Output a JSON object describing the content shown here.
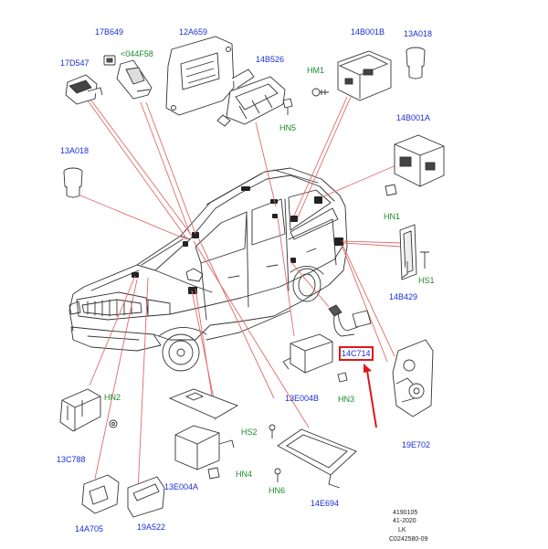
{
  "diagram": {
    "parts": [
      {
        "key": "p17b649",
        "code": "17B649"
      },
      {
        "key": "p044f58",
        "code": "<044F58"
      },
      {
        "key": "p12a659",
        "code": "12A659"
      },
      {
        "key": "p14b001b",
        "code": "14B001B"
      },
      {
        "key": "p13a018a",
        "code": "13A018"
      },
      {
        "key": "p17d547",
        "code": "17D547"
      },
      {
        "key": "p14b526",
        "code": "14B526"
      },
      {
        "key": "phm1",
        "code": "HM1"
      },
      {
        "key": "phn5",
        "code": "HN5"
      },
      {
        "key": "p14b001a",
        "code": "14B001A"
      },
      {
        "key": "p13a018b",
        "code": "13A018"
      },
      {
        "key": "phn1",
        "code": "HN1"
      },
      {
        "key": "phs1",
        "code": "HS1"
      },
      {
        "key": "p14b429",
        "code": "14B429"
      },
      {
        "key": "p14c714",
        "code": "14C714"
      },
      {
        "key": "p13e004b",
        "code": "13E004B"
      },
      {
        "key": "phn3",
        "code": "HN3"
      },
      {
        "key": "phn2",
        "code": "HN2"
      },
      {
        "key": "p19e702",
        "code": "19E702"
      },
      {
        "key": "p13c788",
        "code": "13C788"
      },
      {
        "key": "phs2",
        "code": "HS2"
      },
      {
        "key": "p13e004a",
        "code": "13E004A"
      },
      {
        "key": "phn4",
        "code": "HN4"
      },
      {
        "key": "phn6",
        "code": "HN6"
      },
      {
        "key": "p14e694",
        "code": "14E694"
      },
      {
        "key": "p14a705",
        "code": "14A705"
      },
      {
        "key": "p19a522",
        "code": "19A522"
      }
    ],
    "highlighted_part": "14C714",
    "footer": [
      "4190105",
      "41-2020",
      "LK",
      "C0242580-09"
    ],
    "colors": {
      "part_code": "#1a2fd6",
      "fastener_code": "#1c8a2a",
      "leader": "#e06a6a",
      "highlight": "#e0151b",
      "outline": "#333333"
    }
  }
}
